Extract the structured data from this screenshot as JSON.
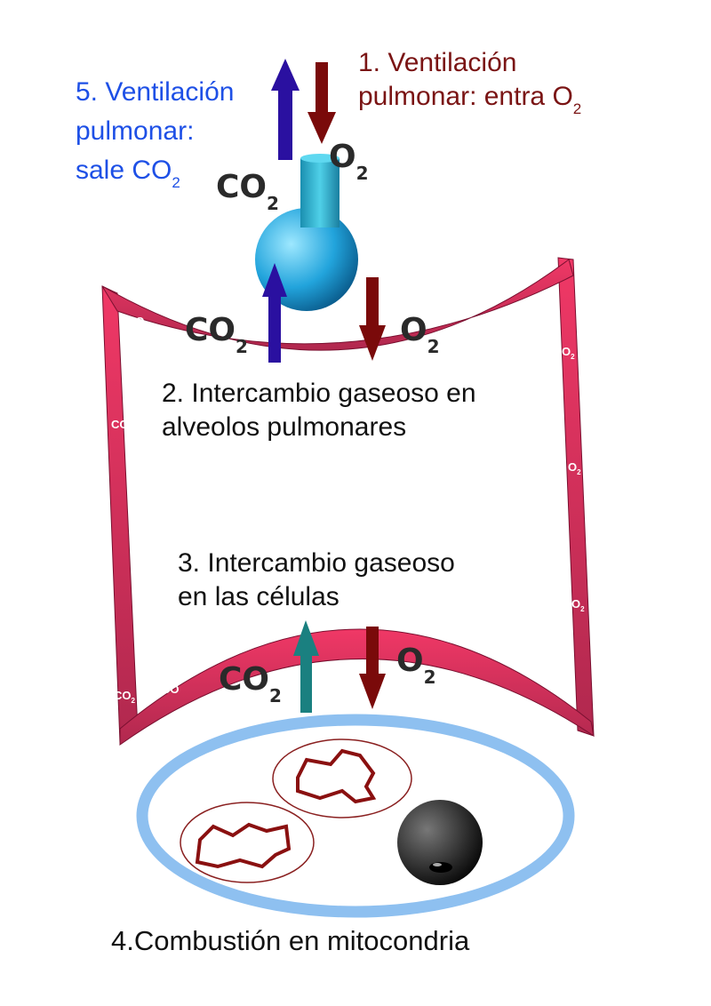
{
  "steps": {
    "step1": {
      "line1": "1. Ventilación",
      "line2": "pulmonar: entra O",
      "sub": "2"
    },
    "step5": {
      "line1": "5. Ventilación",
      "line2": "pulmonar:",
      "line3": "sale CO",
      "sub": "2"
    },
    "step2": {
      "line1": "2. Intercambio gaseoso en",
      "line2": "alveolos pulmonares"
    },
    "step3": {
      "line1": "3. Intercambio gaseoso",
      "line2": "en las células"
    },
    "step4": {
      "label": "4.Combustión en mitocondria"
    }
  },
  "gases": {
    "co2": "CO",
    "o2": "O",
    "sub": "2",
    "co_partial": "CO"
  },
  "colors": {
    "vessel": "#d8305a",
    "o2_arrow": "#7a0a0a",
    "co2_arrow_top": "#2a10a0",
    "co2_arrow_cell": "#1a8080",
    "lung": "#2aa8e0",
    "cell_membrane": "#8ec0f0"
  }
}
